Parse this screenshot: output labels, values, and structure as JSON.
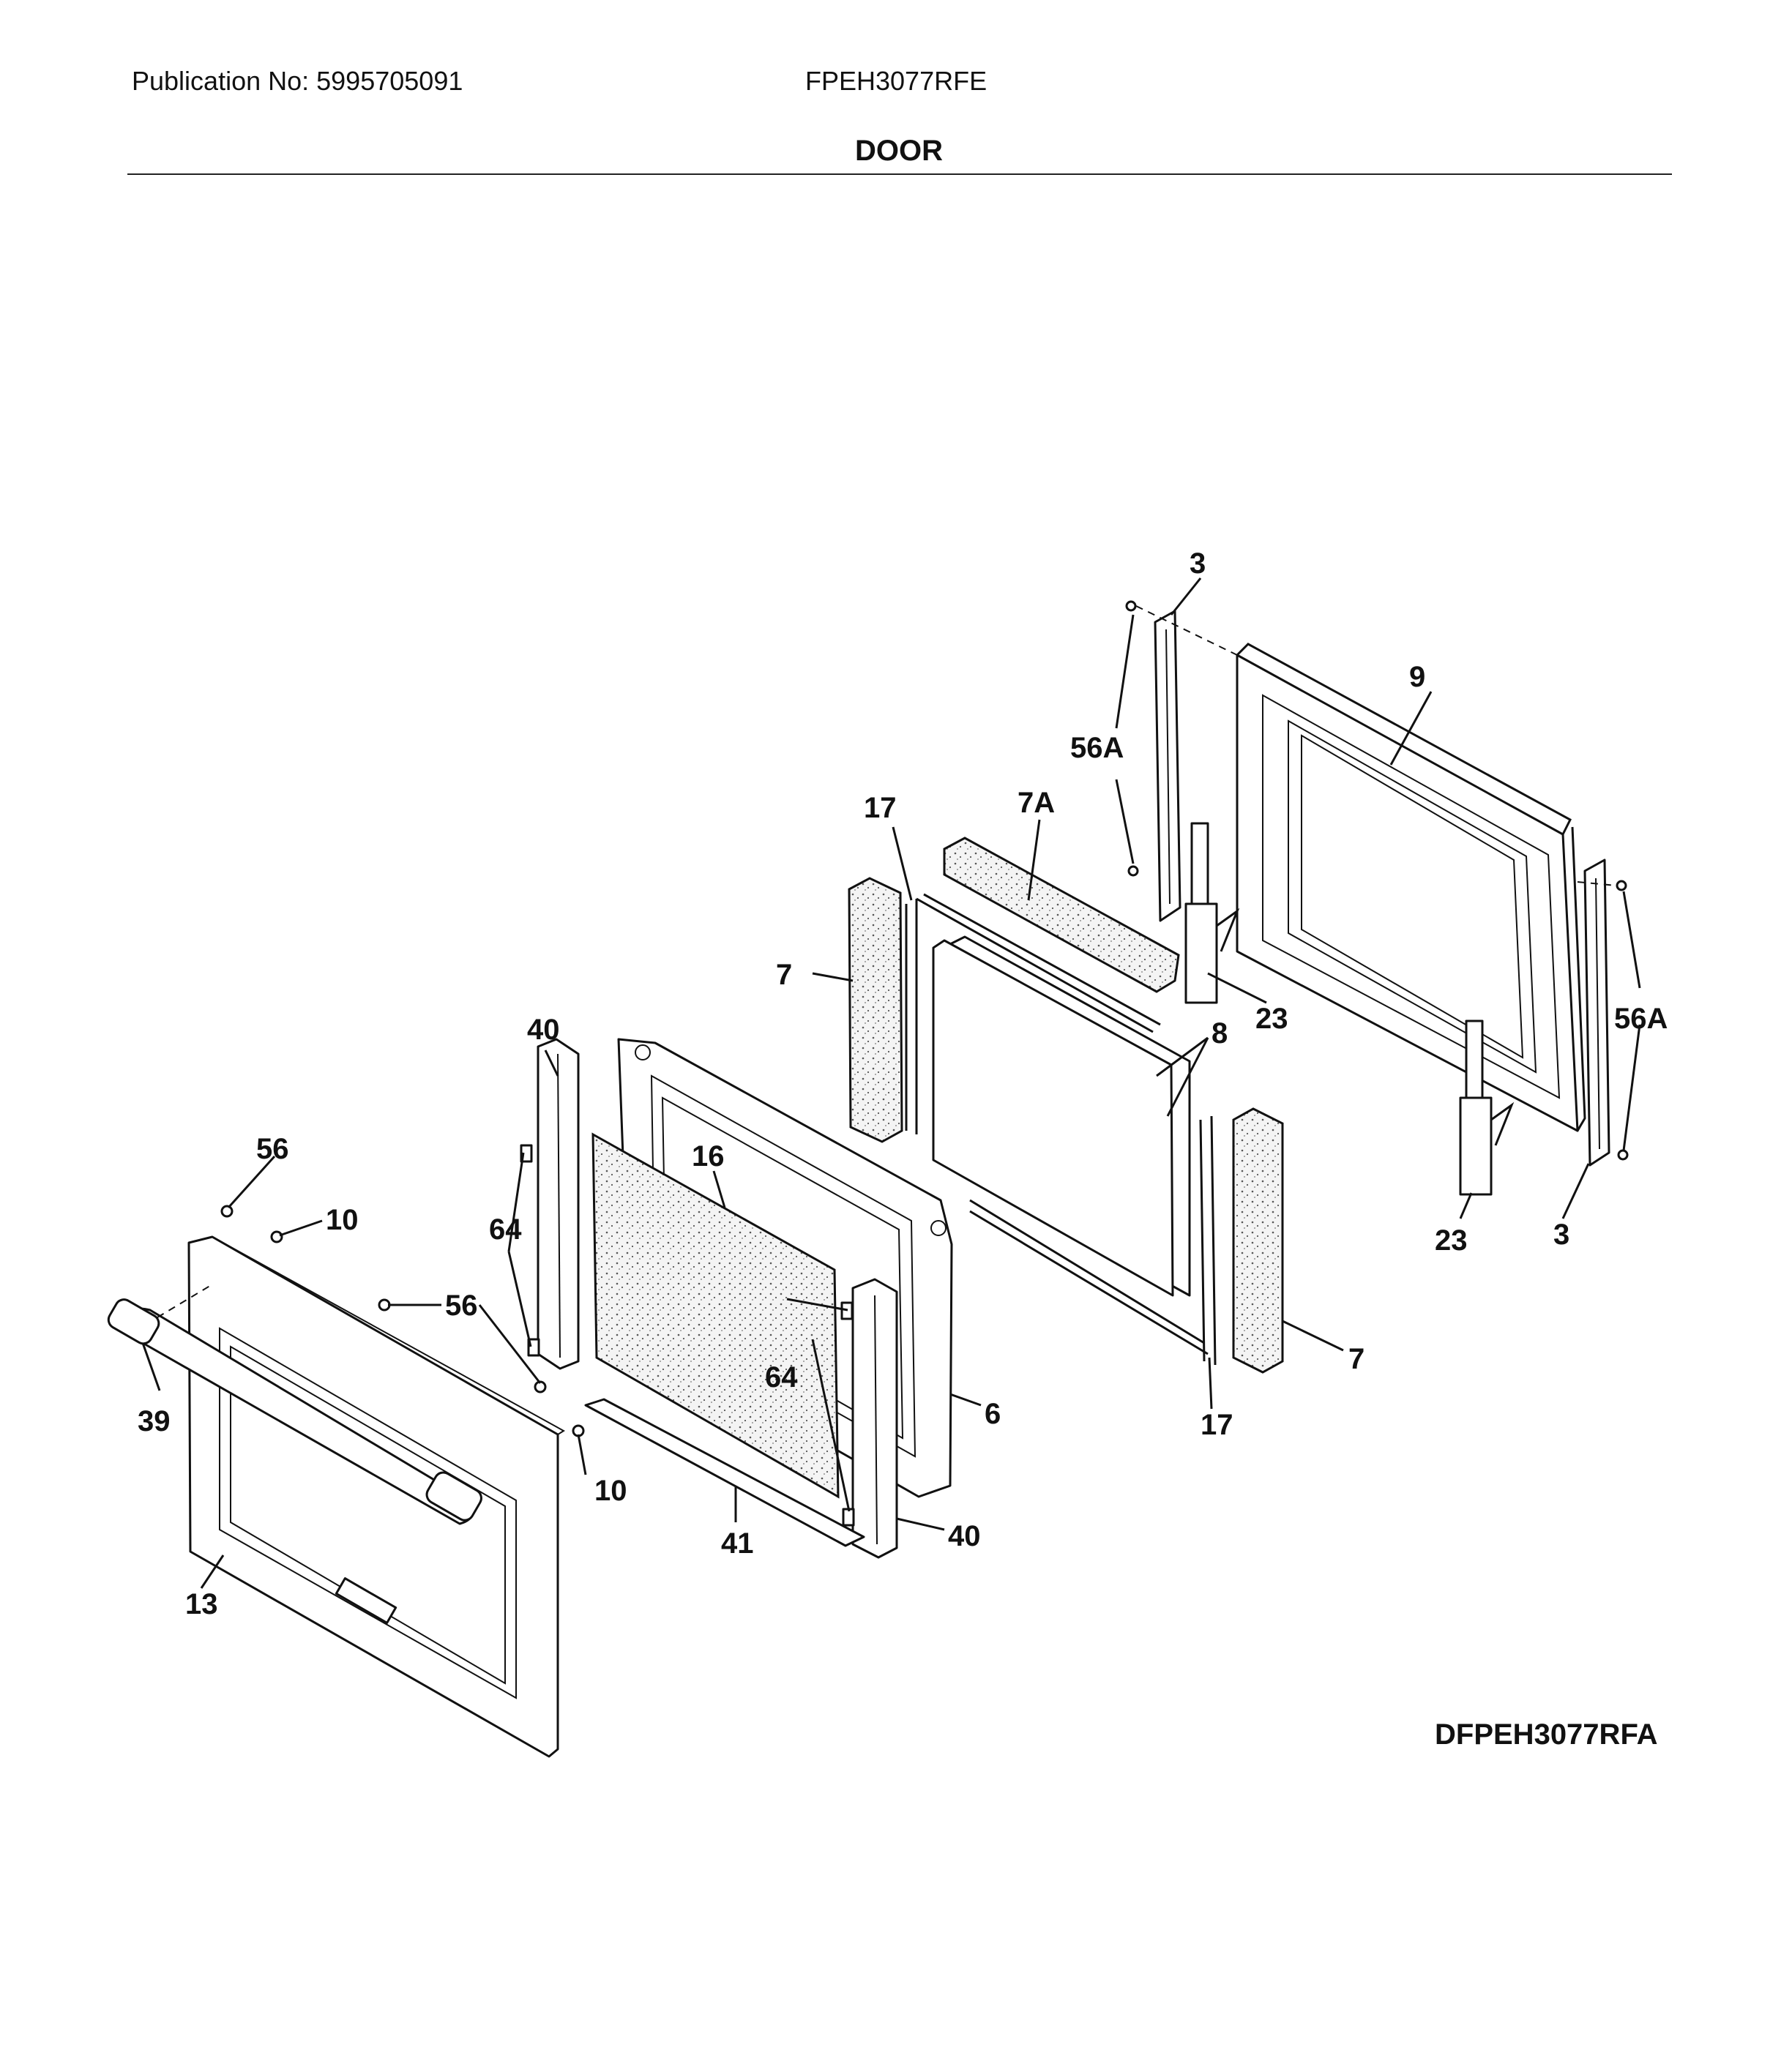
{
  "header": {
    "publication": "Publication No: 5995705091",
    "model": "FPEH3077RFE",
    "section_title": "DOOR"
  },
  "diagram": {
    "code": "DFPEH3077RFA",
    "callouts": [
      {
        "id": "3a",
        "label": "3"
      },
      {
        "id": "9",
        "label": "9"
      },
      {
        "id": "56Aa",
        "label": "56A"
      },
      {
        "id": "17a",
        "label": "17"
      },
      {
        "id": "7A",
        "label": "7A"
      },
      {
        "id": "7a",
        "label": "7"
      },
      {
        "id": "23a",
        "label": "23"
      },
      {
        "id": "8",
        "label": "8"
      },
      {
        "id": "56Ab",
        "label": "56A"
      },
      {
        "id": "40a",
        "label": "40"
      },
      {
        "id": "16",
        "label": "16"
      },
      {
        "id": "56a",
        "label": "56"
      },
      {
        "id": "10a",
        "label": "10"
      },
      {
        "id": "64a",
        "label": "64"
      },
      {
        "id": "23b",
        "label": "23"
      },
      {
        "id": "3b",
        "label": "3"
      },
      {
        "id": "56b",
        "label": "56"
      },
      {
        "id": "7b",
        "label": "7"
      },
      {
        "id": "64b",
        "label": "64"
      },
      {
        "id": "6",
        "label": "6"
      },
      {
        "id": "39",
        "label": "39"
      },
      {
        "id": "17b",
        "label": "17"
      },
      {
        "id": "10b",
        "label": "10"
      },
      {
        "id": "40b",
        "label": "40"
      },
      {
        "id": "41",
        "label": "41"
      },
      {
        "id": "13",
        "label": "13"
      }
    ]
  }
}
